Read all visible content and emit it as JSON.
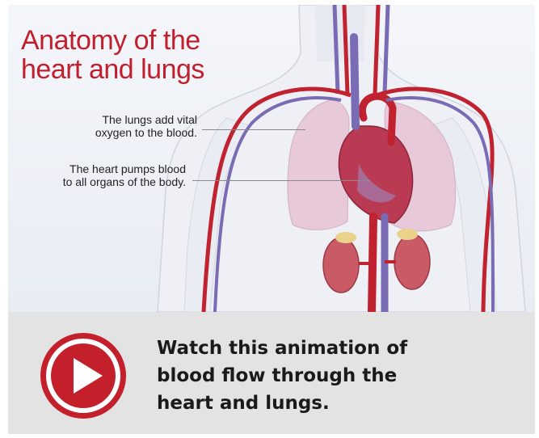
{
  "illustration": {
    "title_lines": [
      "Anatomy of the",
      "heart and lungs"
    ],
    "annotations": {
      "lungs": [
        "The lungs add vital",
        "oxygen to the blood."
      ],
      "heart": [
        "The heart pumps blood",
        "to all organs of the body."
      ]
    },
    "colors": {
      "title": "#c21f2e",
      "artery": "#c0232f",
      "vein": "#7a6bb5",
      "lung": "#e7c3d6",
      "kidney": "#c95a66"
    }
  },
  "banner": {
    "play_icon": "play-icon",
    "cta_lines": [
      "Watch this animation of",
      "blood flow through the",
      "heart and lungs."
    ],
    "colors": {
      "background": "#e3e3e3",
      "accent": "#c4202c"
    }
  }
}
